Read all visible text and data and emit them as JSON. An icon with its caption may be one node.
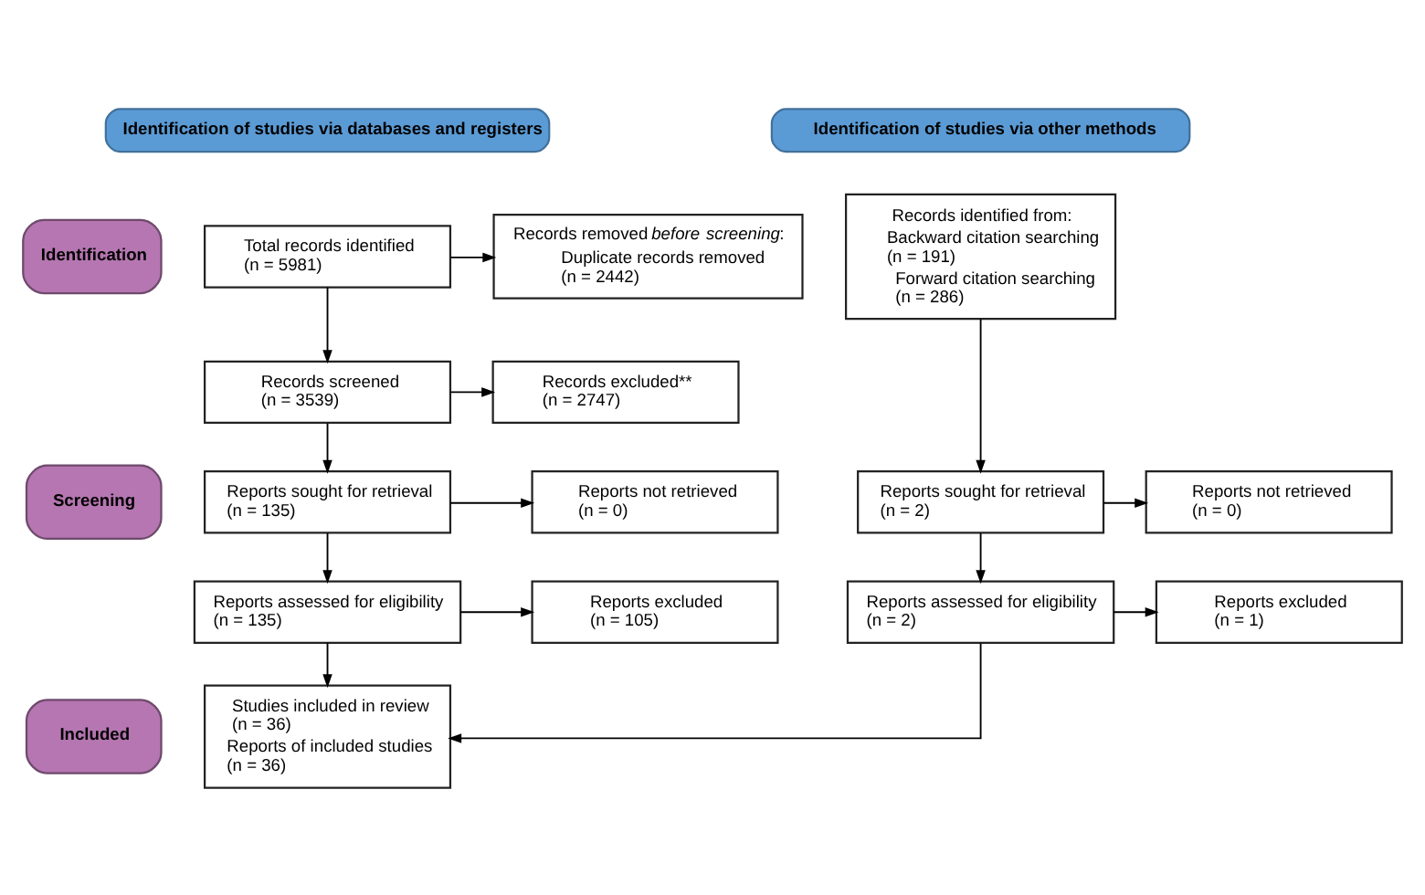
{
  "diagram": {
    "nodes": [
      {
        "text": [
          "Identification of studies via databases and registers"
        ]
      },
      {
        "text": [
          "Identification of studies via other methods"
        ]
      },
      {
        "text": [
          "Identification"
        ]
      },
      {
        "text": [
          "Total records identified (n = 5981)"
        ]
      },
      {
        "text": [
          "Records removed *before screening*:",
          "Duplicate records removed (n = 2442)"
        ]
      },
      {
        "text": [
          "Records identified from:",
          "Backward citation searching (n = 191)",
          "Forward citation searching (n = 286)"
        ]
      },
      {
        "text": [
          "Screening"
        ]
      },
      {
        "text": [
          "Records screened (n = 3539)"
        ]
      },
      {
        "text": [
          "Records excluded** (n = 2747)"
        ]
      },
      {
        "text": [
          "Reports sought for retrieval (n = 135)"
        ]
      },
      {
        "text": [
          "Reports not retrieved (n = 0)"
        ]
      },
      {
        "text": [
          "Reports sought for retrieval (n = 2)"
        ]
      },
      {
        "text": [
          "Reports not retrieved (n = 0)"
        ]
      },
      {
        "text": [
          "Reports assessed for eligibility (n = 135)"
        ]
      },
      {
        "text": [
          "Reports excluded (n = 105)"
        ]
      },
      {
        "text": [
          "Reports assessed for eligibility (n = 2)"
        ]
      },
      {
        "text": [
          "Reports excluded (n = 1)"
        ]
      },
      {
        "text": [
          "Included"
        ]
      },
      {
        "text": [
          "Studies included in review (n = 36)",
          "Reports of included studies (n = 36)"
        ]
      }
    ],
    "edges": [
      {
        "from": 3,
        "to": 4,
        "arrow": "to"
      },
      {
        "from": 3,
        "to": 7,
        "arrow": "to"
      },
      {
        "from": 7,
        "to": 8,
        "arrow": "to"
      },
      {
        "from": 7,
        "to": 9,
        "arrow": "to"
      },
      {
        "from": 9,
        "to": 10,
        "arrow": "to"
      },
      {
        "from": 5,
        "to": 11,
        "arrow": "to"
      },
      {
        "from": 11,
        "to": 12,
        "arrow": "to"
      },
      {
        "from": 9,
        "to": 13,
        "arrow": "to"
      },
      {
        "from": 11,
        "to": 15,
        "arrow": "to"
      },
      {
        "from": 13,
        "to": 14,
        "arrow": "to"
      },
      {
        "from": 15,
        "to": 16,
        "arrow": "to"
      },
      {
        "from": 13,
        "to": 18,
        "arrow": "to"
      },
      {
        "from": 15,
        "to": 18,
        "arrow": "to"
      }
    ]
  }
}
